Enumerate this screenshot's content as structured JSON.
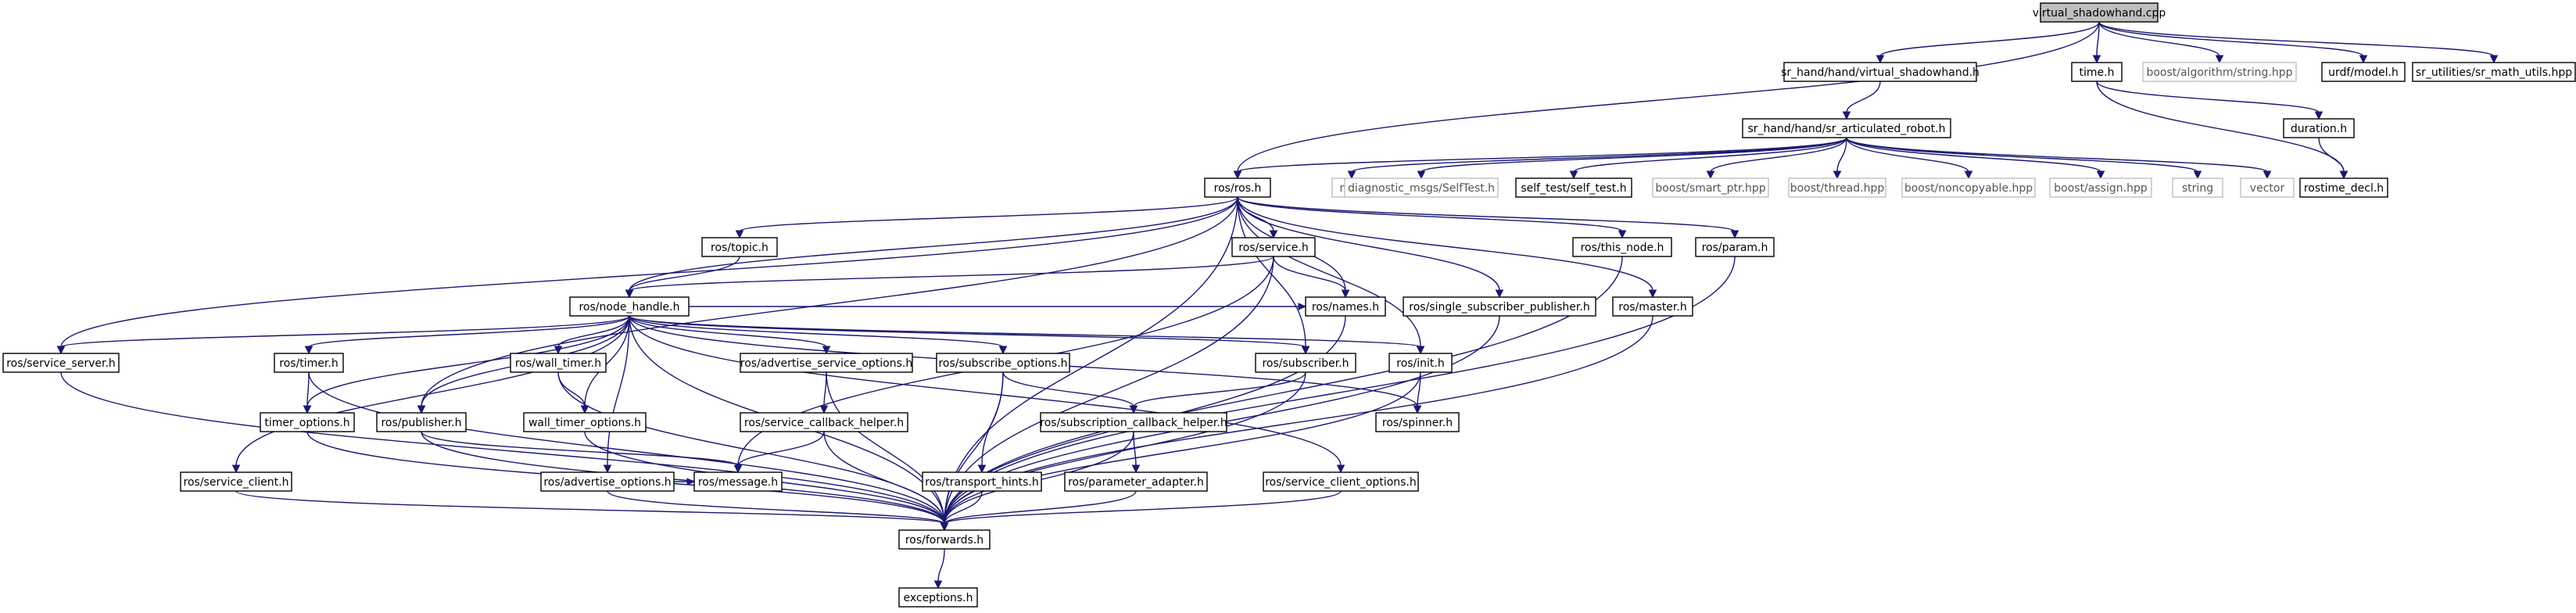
{
  "nodes": {
    "virtual_shadowhand_cpp": "virtual_shadowhand.cpp",
    "sr_hand_virtual_shadowhand_h": "sr_hand/hand/virtual_shadowhand.h",
    "time_h": "time.h",
    "boost_algorithm_string_hpp": "boost/algorithm/string.hpp",
    "urdf_model_h": "urdf/model.h",
    "sr_math_utils_hpp": "sr_utilities/sr_math_utils.hpp",
    "sr_articulated_robot_h": "sr_hand/hand/sr_articulated_robot.h",
    "duration_h": "duration.h",
    "ros_ros_h": "ros/ros.h",
    "map": "map",
    "selftest_h": "diagnostic_msgs/SelfTest.h",
    "self_test_h": "self_test/self_test.h",
    "smart_ptr_hpp": "boost/smart_ptr.hpp",
    "thread_hpp": "boost/thread.hpp",
    "noncopyable_hpp": "boost/noncopyable.hpp",
    "assign_hpp": "boost/assign.hpp",
    "string": "string",
    "vector": "vector",
    "rostime_decl_h": "rostime_decl.h",
    "ros_topic_h": "ros/topic.h",
    "ros_service_h": "ros/service.h",
    "ros_this_node_h": "ros/this_node.h",
    "ros_param_h": "ros/param.h",
    "ros_node_handle_h": "ros/node_handle.h",
    "ros_names_h": "ros/names.h",
    "ros_single_subscriber_publisher_h": "ros/single_subscriber_publisher.h",
    "ros_master_h": "ros/master.h",
    "ros_service_server_h": "ros/service_server.h",
    "ros_timer_h": "ros/timer.h",
    "ros_wall_timer_h": "ros/wall_timer.h",
    "ros_advertise_service_options_h": "ros/advertise_service_options.h",
    "ros_subscribe_options_h": "ros/subscribe_options.h",
    "ros_subscriber_h": "ros/subscriber.h",
    "ros_init_h": "ros/init.h",
    "timer_options_h": "timer_options.h",
    "ros_publisher_h": "ros/publisher.h",
    "wall_timer_options_h": "wall_timer_options.h",
    "ros_service_callback_helper_h": "ros/service_callback_helper.h",
    "ros_subscription_callback_helper_h": "ros/subscription_callback_helper.h",
    "ros_spinner_h": "ros/spinner.h",
    "ros_service_client_h": "ros/service_client.h",
    "ros_advertise_options_h": "ros/advertise_options.h",
    "ros_message_h": "ros/message.h",
    "ros_transport_hints_h": "ros/transport_hints.h",
    "ros_parameter_adapter_h": "ros/parameter_adapter.h",
    "ros_service_client_options_h": "ros/service_client_options.h",
    "ros_forwards_h": "ros/forwards.h",
    "exceptions_h": "exceptions.h"
  },
  "edges": [
    [
      "virtual_shadowhand_cpp",
      "sr_hand_virtual_shadowhand_h"
    ],
    [
      "virtual_shadowhand_cpp",
      "ros_ros_h"
    ],
    [
      "virtual_shadowhand_cpp",
      "time_h"
    ],
    [
      "virtual_shadowhand_cpp",
      "boost_algorithm_string_hpp"
    ],
    [
      "virtual_shadowhand_cpp",
      "urdf_model_h"
    ],
    [
      "virtual_shadowhand_cpp",
      "sr_math_utils_hpp"
    ],
    [
      "sr_hand_virtual_shadowhand_h",
      "sr_articulated_robot_h"
    ],
    [
      "time_h",
      "duration_h"
    ],
    [
      "time_h",
      "rostime_decl_h"
    ],
    [
      "duration_h",
      "rostime_decl_h"
    ],
    [
      "sr_articulated_robot_h",
      "ros_ros_h"
    ],
    [
      "sr_articulated_robot_h",
      "map"
    ],
    [
      "sr_articulated_robot_h",
      "selftest_h"
    ],
    [
      "sr_articulated_robot_h",
      "self_test_h"
    ],
    [
      "sr_articulated_robot_h",
      "smart_ptr_hpp"
    ],
    [
      "sr_articulated_robot_h",
      "thread_hpp"
    ],
    [
      "sr_articulated_robot_h",
      "noncopyable_hpp"
    ],
    [
      "sr_articulated_robot_h",
      "assign_hpp"
    ],
    [
      "sr_articulated_robot_h",
      "string"
    ],
    [
      "sr_articulated_robot_h",
      "vector"
    ],
    [
      "ros_ros_h",
      "ros_topic_h"
    ],
    [
      "ros_ros_h",
      "ros_service_h"
    ],
    [
      "ros_ros_h",
      "ros_this_node_h"
    ],
    [
      "ros_ros_h",
      "ros_param_h"
    ],
    [
      "ros_ros_h",
      "ros_node_handle_h"
    ],
    [
      "ros_ros_h",
      "ros_names_h"
    ],
    [
      "ros_ros_h",
      "ros_single_subscriber_publisher_h"
    ],
    [
      "ros_ros_h",
      "ros_master_h"
    ],
    [
      "ros_ros_h",
      "ros_service_server_h"
    ],
    [
      "ros_ros_h",
      "ros_publisher_h"
    ],
    [
      "ros_ros_h",
      "ros_subscriber_h"
    ],
    [
      "ros_ros_h",
      "ros_init_h"
    ],
    [
      "ros_ros_h",
      "ros_forwards_h"
    ],
    [
      "ros_topic_h",
      "ros_node_handle_h"
    ],
    [
      "ros_service_h",
      "ros_node_handle_h"
    ],
    [
      "ros_service_h",
      "ros_names_h"
    ],
    [
      "ros_service_h",
      "ros_message_h"
    ],
    [
      "ros_service_h",
      "ros_forwards_h"
    ],
    [
      "ros_node_handle_h",
      "ros_service_server_h"
    ],
    [
      "ros_node_handle_h",
      "ros_timer_h"
    ],
    [
      "ros_node_handle_h",
      "ros_wall_timer_h"
    ],
    [
      "ros_node_handle_h",
      "ros_advertise_service_options_h"
    ],
    [
      "ros_node_handle_h",
      "ros_subscribe_options_h"
    ],
    [
      "ros_node_handle_h",
      "ros_subscriber_h"
    ],
    [
      "ros_node_handle_h",
      "ros_init_h"
    ],
    [
      "ros_node_handle_h",
      "ros_spinner_h"
    ],
    [
      "ros_node_handle_h",
      "timer_options_h"
    ],
    [
      "ros_node_handle_h",
      "ros_publisher_h"
    ],
    [
      "ros_node_handle_h",
      "wall_timer_options_h"
    ],
    [
      "ros_node_handle_h",
      "ros_service_client_h"
    ],
    [
      "ros_node_handle_h",
      "ros_advertise_options_h"
    ],
    [
      "ros_node_handle_h",
      "ros_service_client_options_h"
    ],
    [
      "ros_node_handle_h",
      "ros_forwards_h"
    ],
    [
      "ros_node_handle_h",
      "ros_names_h"
    ],
    [
      "ros_names_h",
      "ros_forwards_h"
    ],
    [
      "ros_this_node_h",
      "ros_forwards_h"
    ],
    [
      "ros_param_h",
      "ros_forwards_h"
    ],
    [
      "ros_single_subscriber_publisher_h",
      "ros_forwards_h"
    ],
    [
      "ros_master_h",
      "ros_forwards_h"
    ],
    [
      "ros_service_server_h",
      "ros_forwards_h"
    ],
    [
      "ros_timer_h",
      "timer_options_h"
    ],
    [
      "ros_timer_h",
      "ros_forwards_h"
    ],
    [
      "ros_wall_timer_h",
      "wall_timer_options_h"
    ],
    [
      "ros_wall_timer_h",
      "ros_forwards_h"
    ],
    [
      "ros_advertise_service_options_h",
      "ros_service_callback_helper_h"
    ],
    [
      "ros_advertise_service_options_h",
      "ros_forwards_h"
    ],
    [
      "ros_subscribe_options_h",
      "ros_transport_hints_h"
    ],
    [
      "ros_subscribe_options_h",
      "ros_subscription_callback_helper_h"
    ],
    [
      "ros_subscribe_options_h",
      "ros_forwards_h"
    ],
    [
      "ros_subscriber_h",
      "ros_subscription_callback_helper_h"
    ],
    [
      "ros_subscriber_h",
      "ros_forwards_h"
    ],
    [
      "ros_init_h",
      "ros_spinner_h"
    ],
    [
      "ros_init_h",
      "ros_forwards_h"
    ],
    [
      "timer_options_h",
      "ros_forwards_h"
    ],
    [
      "ros_publisher_h",
      "ros_message_h"
    ],
    [
      "ros_publisher_h",
      "ros_forwards_h"
    ],
    [
      "wall_timer_options_h",
      "ros_forwards_h"
    ],
    [
      "ros_service_callback_helper_h",
      "ros_message_h"
    ],
    [
      "ros_service_callback_helper_h",
      "ros_forwards_h"
    ],
    [
      "ros_subscription_callback_helper_h",
      "ros_parameter_adapter_h"
    ],
    [
      "ros_subscription_callback_helper_h",
      "ros_forwards_h"
    ],
    [
      "ros_service_client_h",
      "ros_forwards_h"
    ],
    [
      "ros_advertise_options_h",
      "ros_message_h"
    ],
    [
      "ros_advertise_options_h",
      "ros_forwards_h"
    ],
    [
      "ros_transport_hints_h",
      "ros_forwards_h"
    ],
    [
      "ros_parameter_adapter_h",
      "ros_forwards_h"
    ],
    [
      "ros_service_client_options_h",
      "ros_forwards_h"
    ],
    [
      "ros_forwards_h",
      "exceptions_h"
    ]
  ],
  "colors": {
    "edge": "#191970",
    "node_border": "#000000",
    "external_border": "#bfbfbf",
    "root_fill": "#bfbfbf"
  }
}
